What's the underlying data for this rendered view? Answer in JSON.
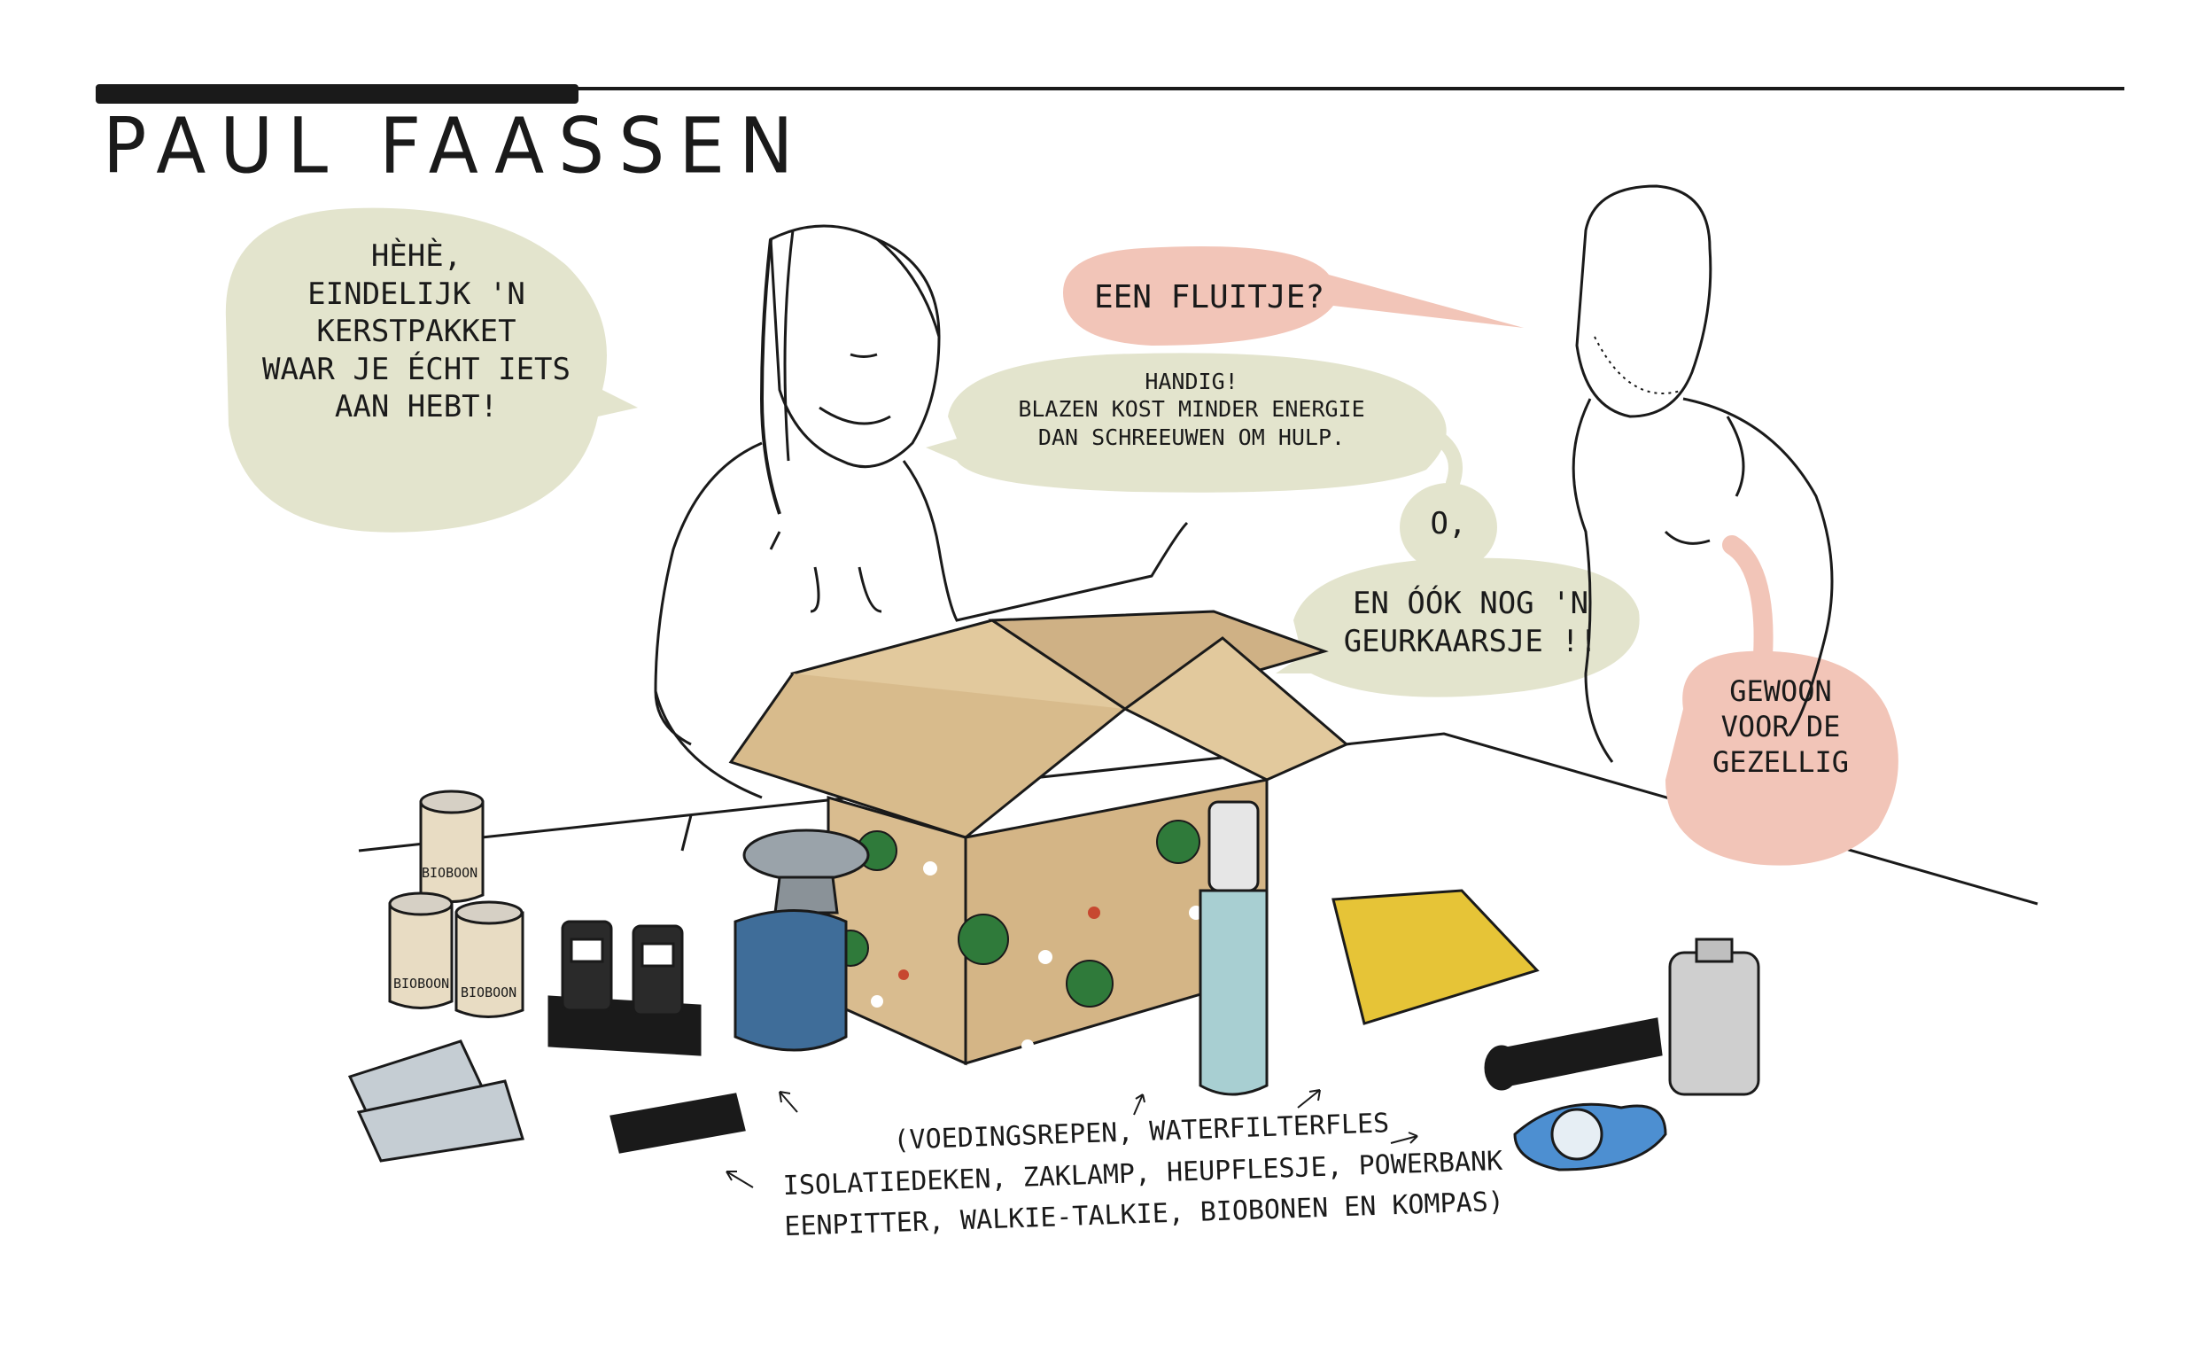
{
  "header": {
    "author": "PAUL FAASSEN"
  },
  "speech": {
    "woman_left": "HèHè,\nEINDELIJK 'N\nKERSTPAKKET\nWAAR JE ÉCHT IETS\nAAN HEBT!",
    "man_top": "EEN FLUITJE?",
    "woman_middle": "HANDIG!\nBLAZEN KOST MINDER ENERGIE\nDAN SCHREEUWEN OM HULP.",
    "woman_o": "O,",
    "woman_candle": "EN ÓÓK NOG 'N\nGEURKAARSJE !!",
    "man_right": "GEWOON\nVOOR DE\nGEZELLIG"
  },
  "caption": "(VOEDINGSREPEN, WATERFILTERFLES\nISOLATIEDEKEN, ZAKLAMP, HEUPFLESJE, POWERBANK\nEENPITTER, WALKIE-TALKIE, BIOBONEN EN KOMPAS)",
  "labels": {
    "can_label": "BIOBOON"
  },
  "colors": {
    "bubble_green": "#e3e4cd",
    "bubble_pink": "#f2c5b8",
    "box_kraft": "#d9bc8f",
    "stove_blue": "#3f6d99",
    "bottle_blue": "#a8cfd2",
    "blanket_gold": "#e6c437",
    "compass_blue": "#4d8fd1"
  }
}
